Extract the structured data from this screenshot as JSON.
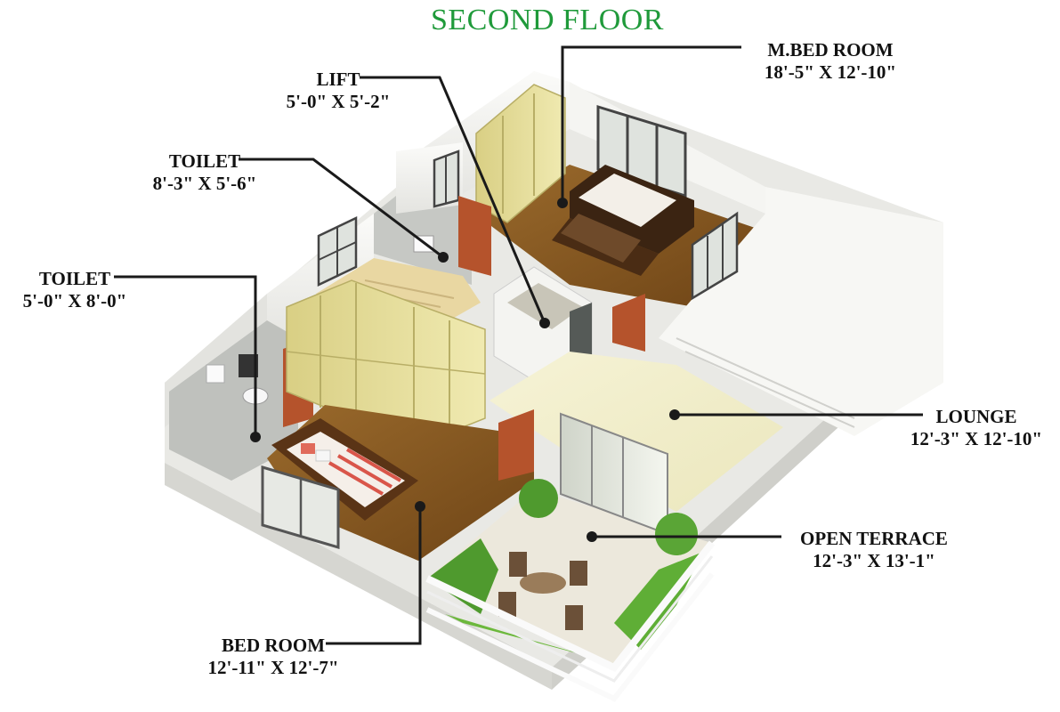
{
  "title": "SECOND FLOOR",
  "colors": {
    "title": "#1f9a3a",
    "leader": "#1a1a1a",
    "wood_floor": "#8a5a22",
    "tile_floor": "#f1eec9",
    "wall": "#f2f2ef",
    "wardrobe": "#e6df99",
    "door": "#b5532c",
    "plant": "#4f9a2e"
  },
  "rooms": {
    "master_bedroom": {
      "name": "M.BED ROOM",
      "dims": "18'-5\" X 12'-10\""
    },
    "lift": {
      "name": "LIFT",
      "dims": "5'-0\" X 5'-2\""
    },
    "toilet_upper": {
      "name": "TOILET",
      "dims": "8'-3\" X 5'-6\""
    },
    "toilet_lower": {
      "name": "TOILET",
      "dims": "5'-0\" X 8'-0\""
    },
    "lounge": {
      "name": "LOUNGE",
      "dims": "12'-3\" X 12'-10\""
    },
    "open_terrace": {
      "name": "OPEN TERRACE",
      "dims": "12'-3\" X 13'-1\""
    },
    "bedroom": {
      "name": "BED ROOM",
      "dims": "12'-11\" X 12'-7\""
    }
  }
}
